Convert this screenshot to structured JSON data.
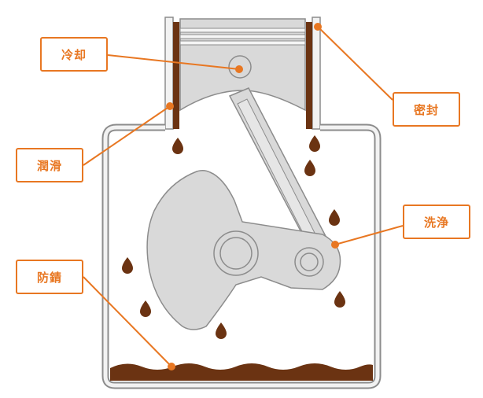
{
  "labels": {
    "cooling": "冷却",
    "sealing": "密封",
    "lubrication": "潤滑",
    "cleaning": "洗浄",
    "rust_prevention": "防錆"
  },
  "colors": {
    "accent": "#e87722",
    "oil": "#6b3312",
    "metal_fill": "#d9d9d9",
    "metal_stroke": "#8c8c8c"
  }
}
